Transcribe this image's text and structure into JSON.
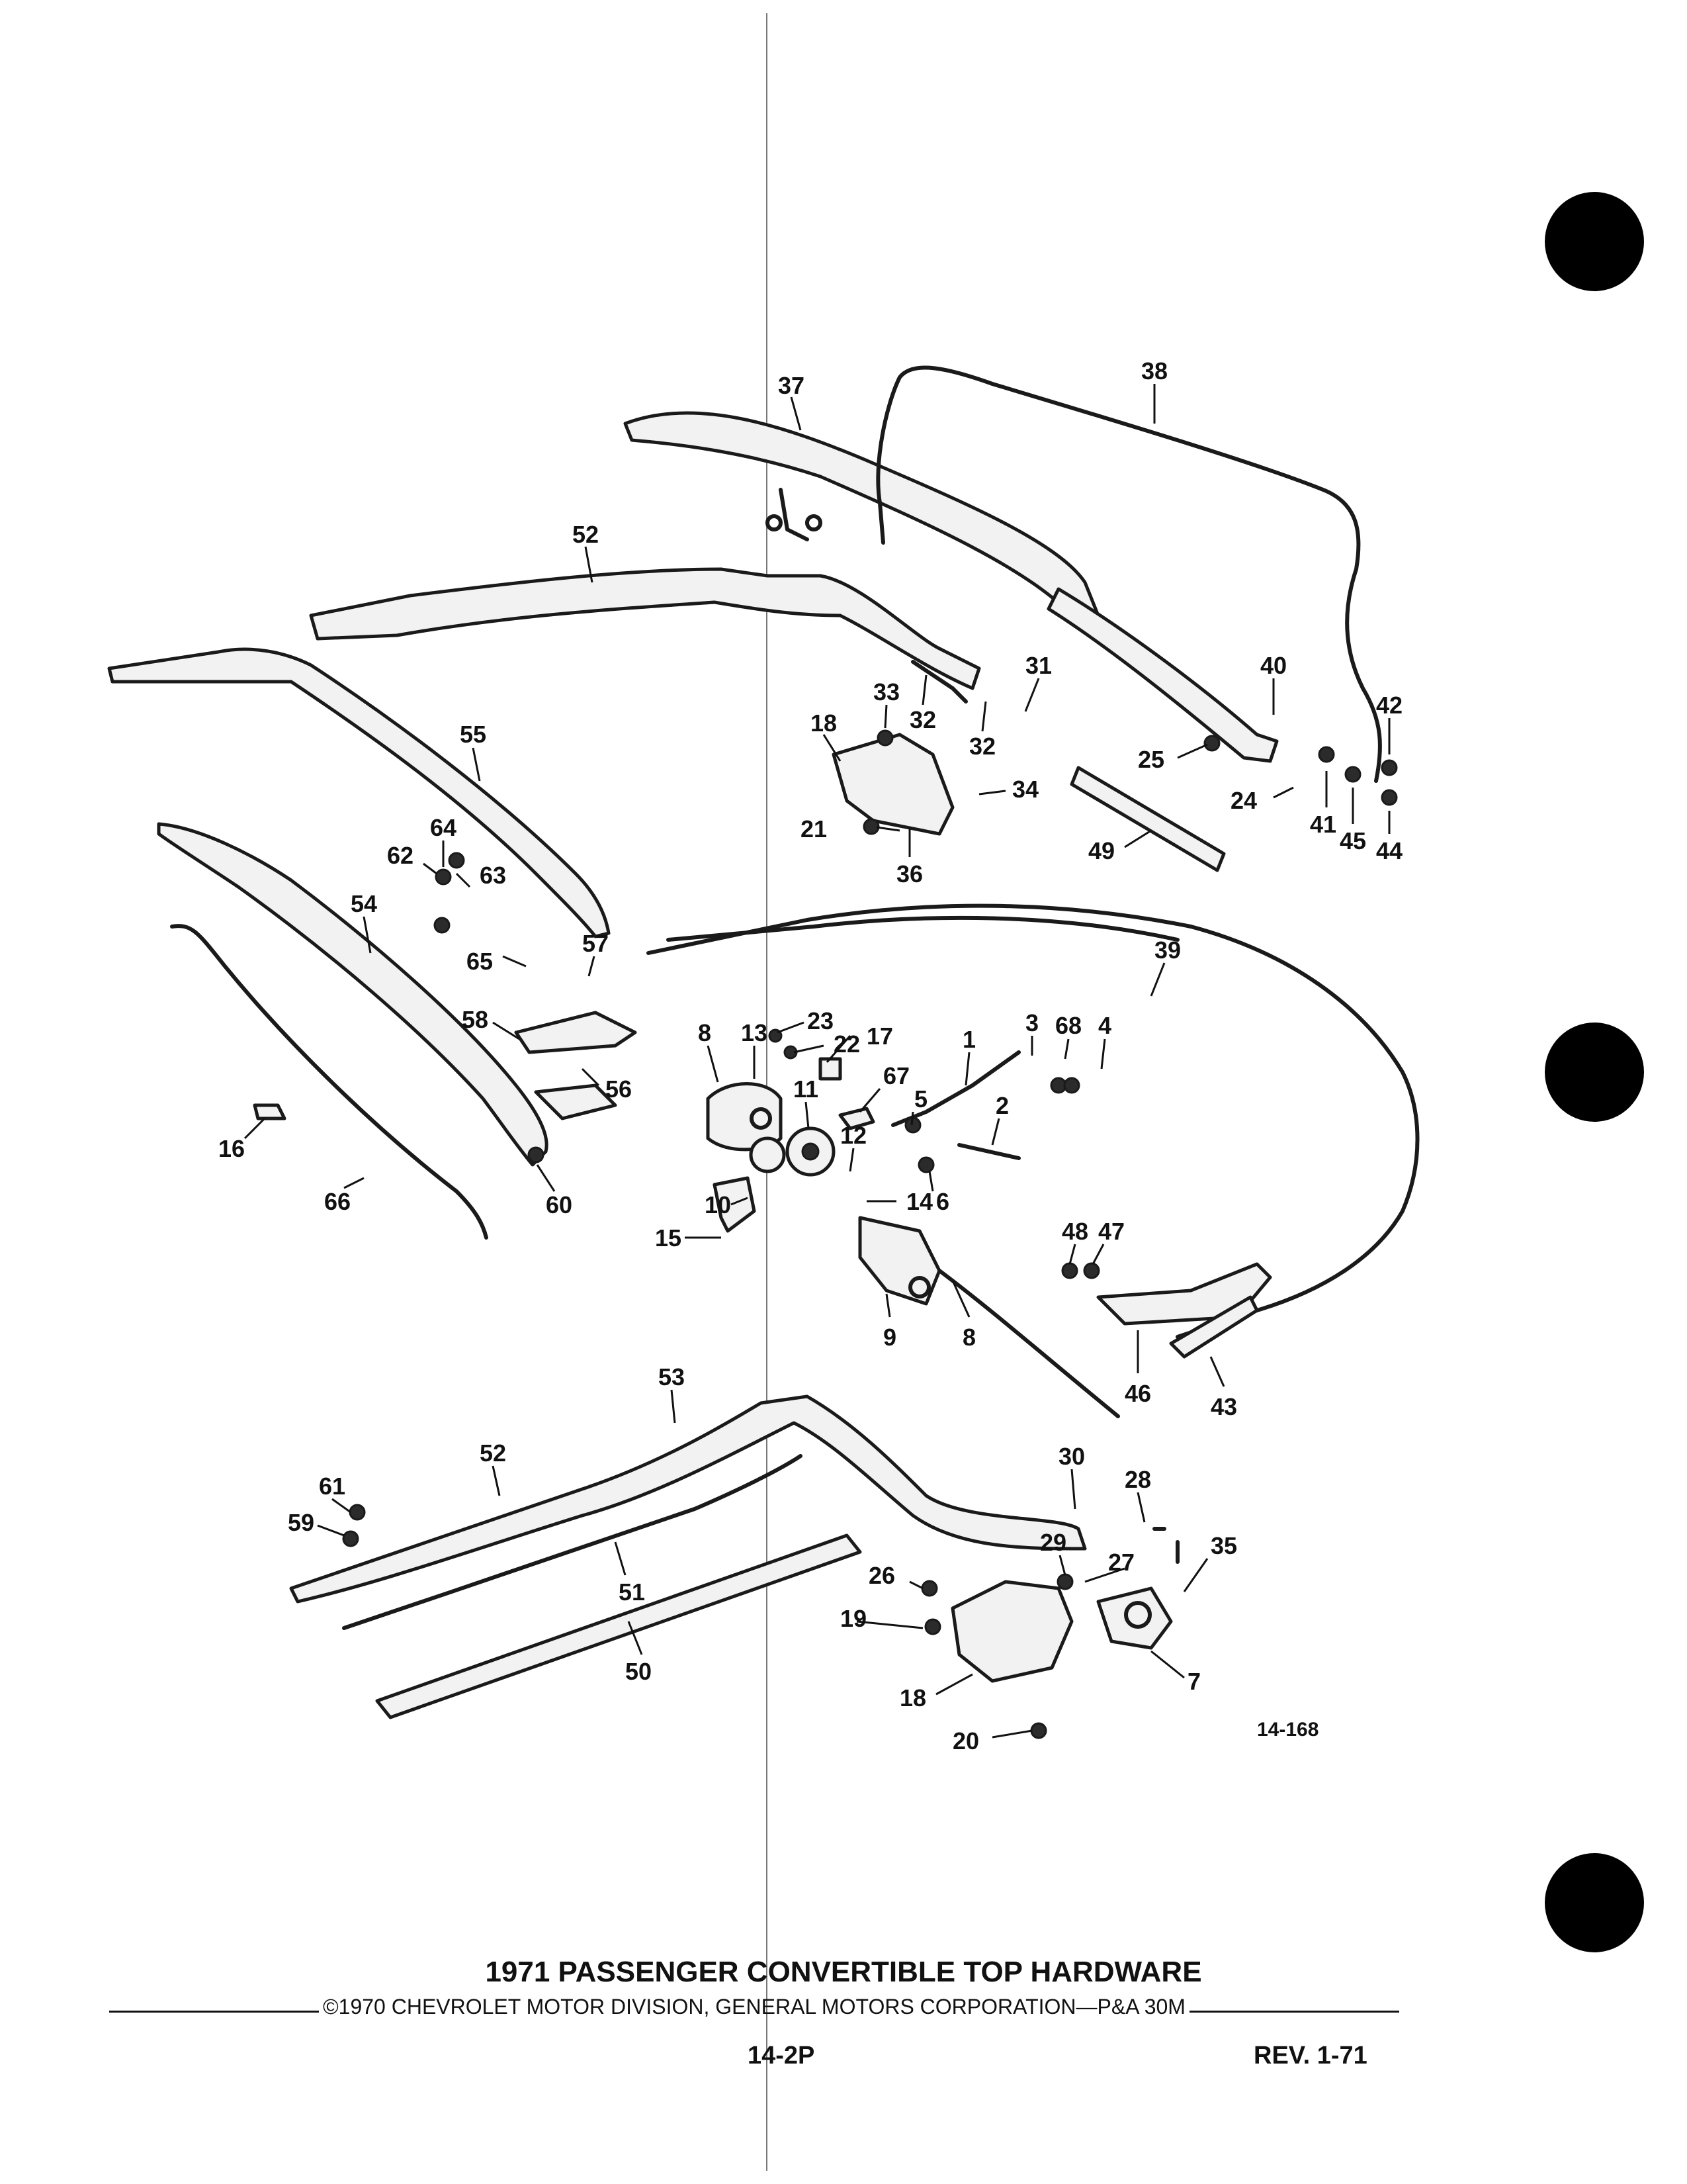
{
  "figure_id": "14-168",
  "title": "1971 PASSENGER CONVERTIBLE TOP HARDWARE",
  "copyright": "©1970 CHEVROLET MOTOR DIVISION, GENERAL MOTORS CORPORATION—P&A 30M",
  "page_number": "14-2P",
  "revision": "REV. 1-71",
  "callouts": [
    {
      "id": "c37",
      "label": "37"
    },
    {
      "id": "c38",
      "label": "38"
    },
    {
      "id": "c52a",
      "label": "52"
    },
    {
      "id": "c31",
      "label": "31"
    },
    {
      "id": "c33",
      "label": "33"
    },
    {
      "id": "c32a",
      "label": "32"
    },
    {
      "id": "c32b",
      "label": "32"
    },
    {
      "id": "c40",
      "label": "40"
    },
    {
      "id": "c42",
      "label": "42"
    },
    {
      "id": "c18a",
      "label": "18"
    },
    {
      "id": "c25",
      "label": "25"
    },
    {
      "id": "c34",
      "label": "34"
    },
    {
      "id": "c24",
      "label": "24"
    },
    {
      "id": "c41",
      "label": "41"
    },
    {
      "id": "c45",
      "label": "45"
    },
    {
      "id": "c44",
      "label": "44"
    },
    {
      "id": "c21",
      "label": "21"
    },
    {
      "id": "c36",
      "label": "36"
    },
    {
      "id": "c49",
      "label": "49"
    },
    {
      "id": "c55",
      "label": "55"
    },
    {
      "id": "c64",
      "label": "64"
    },
    {
      "id": "c62",
      "label": "62"
    },
    {
      "id": "c63",
      "label": "63"
    },
    {
      "id": "c54",
      "label": "54"
    },
    {
      "id": "c65",
      "label": "65"
    },
    {
      "id": "c57",
      "label": "57"
    },
    {
      "id": "c39",
      "label": "39"
    },
    {
      "id": "c23",
      "label": "23"
    },
    {
      "id": "c22",
      "label": "22"
    },
    {
      "id": "c3",
      "label": "3"
    },
    {
      "id": "c68",
      "label": "68"
    },
    {
      "id": "c4",
      "label": "4"
    },
    {
      "id": "c58",
      "label": "58"
    },
    {
      "id": "c8a",
      "label": "8"
    },
    {
      "id": "c13",
      "label": "13"
    },
    {
      "id": "c17",
      "label": "17"
    },
    {
      "id": "c1",
      "label": "1"
    },
    {
      "id": "c67",
      "label": "67"
    },
    {
      "id": "c56",
      "label": "56"
    },
    {
      "id": "c11",
      "label": "11"
    },
    {
      "id": "c5",
      "label": "5"
    },
    {
      "id": "c2",
      "label": "2"
    },
    {
      "id": "c16",
      "label": "16"
    },
    {
      "id": "c12",
      "label": "12"
    },
    {
      "id": "c6",
      "label": "6"
    },
    {
      "id": "c66",
      "label": "66"
    },
    {
      "id": "c60",
      "label": "60"
    },
    {
      "id": "c10",
      "label": "10"
    },
    {
      "id": "c14",
      "label": "14"
    },
    {
      "id": "c48",
      "label": "48"
    },
    {
      "id": "c47",
      "label": "47"
    },
    {
      "id": "c15",
      "label": "15"
    },
    {
      "id": "c9",
      "label": "9"
    },
    {
      "id": "c8b",
      "label": "8"
    },
    {
      "id": "c46",
      "label": "46"
    },
    {
      "id": "c43",
      "label": "43"
    },
    {
      "id": "c53",
      "label": "53"
    },
    {
      "id": "c52b",
      "label": "52"
    },
    {
      "id": "c30",
      "label": "30"
    },
    {
      "id": "c28",
      "label": "28"
    },
    {
      "id": "c61",
      "label": "61"
    },
    {
      "id": "c59",
      "label": "59"
    },
    {
      "id": "c29",
      "label": "29"
    },
    {
      "id": "c27",
      "label": "27"
    },
    {
      "id": "c35",
      "label": "35"
    },
    {
      "id": "c26",
      "label": "26"
    },
    {
      "id": "c51",
      "label": "51"
    },
    {
      "id": "c19",
      "label": "19"
    },
    {
      "id": "c7",
      "label": "7"
    },
    {
      "id": "c50",
      "label": "50"
    },
    {
      "id": "c18b",
      "label": "18"
    },
    {
      "id": "c20",
      "label": "20"
    }
  ]
}
